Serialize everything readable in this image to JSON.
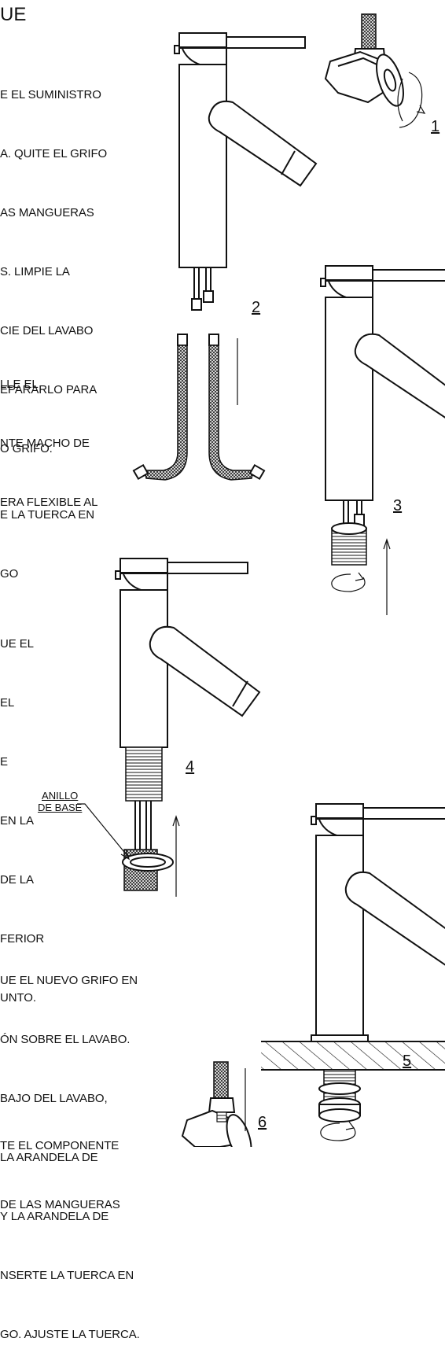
{
  "page": {
    "title": "UE",
    "paragraphs": [
      {
        "lines": [
          "E EL SUMINISTRO",
          "A. QUITE EL GRIFO",
          "AS MANGUERAS",
          "S. LIMPIE LA",
          "CIE DEL LAVABO",
          "EPARARLO PARA",
          "O GRIFO."
        ]
      },
      {
        "lines": [
          "LLE EL",
          "NTE MACHO DE",
          "ERA FLEXIBLE AL"
        ]
      },
      {
        "lines": [
          "E LA TUERCA EN",
          "GO"
        ]
      },
      {
        "lines": [
          "UE EL",
          "EL",
          "E",
          "EN LA",
          "DE LA",
          "FERIOR",
          "UNTO."
        ]
      },
      {
        "lines": [
          "UE EL NUEVO GRIFO EN",
          "ÓN SOBRE EL LAVABO.",
          "BAJO DEL LAVABO,",
          "LA ARANDELA DE",
          "Y LA ARANDELA DE",
          "NSERTE LA TUERCA EN",
          "GO. AJUSTE LA TUERCA."
        ]
      },
      {
        "lines": [
          "TE EL COMPONENTE",
          "DE LAS MANGUERAS"
        ]
      }
    ],
    "steps": [
      "1",
      "2",
      "3",
      "4",
      "5",
      "6"
    ],
    "callout": {
      "line1": "ANILLO",
      "line2": "DE BASE"
    }
  }
}
